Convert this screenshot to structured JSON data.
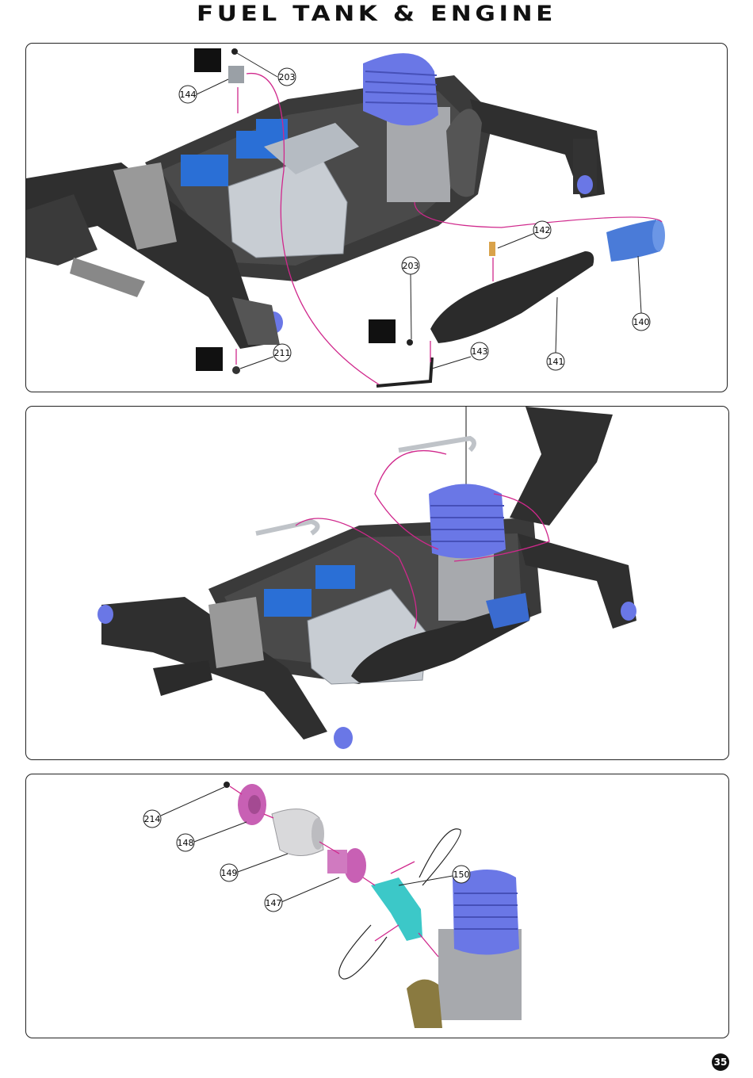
{
  "header": {
    "title": "FUEL TANK & ENGINE"
  },
  "panel1": {
    "callouts": [
      {
        "id": "c203a",
        "label": "203"
      },
      {
        "id": "c144",
        "label": "144"
      },
      {
        "id": "c142",
        "label": "142"
      },
      {
        "id": "c203b",
        "label": "203"
      },
      {
        "id": "c140",
        "label": "140"
      },
      {
        "id": "c141",
        "label": "141"
      },
      {
        "id": "c143",
        "label": "143"
      },
      {
        "id": "c211",
        "label": "211"
      }
    ]
  },
  "panel3": {
    "callouts": [
      {
        "id": "c214",
        "label": "214"
      },
      {
        "id": "c148",
        "label": "148"
      },
      {
        "id": "c149",
        "label": "149"
      },
      {
        "id": "c147",
        "label": "147"
      },
      {
        "id": "c150",
        "label": "150"
      }
    ]
  },
  "footer": {
    "page_number": "35"
  },
  "colors": {
    "engine": "#6a77e6",
    "blue_parts": "#2a6fd6",
    "arrow": "#d0288c",
    "chassis": "#3a3a3a",
    "tank": "#c8cdd3",
    "pipe": "#2b2b2b",
    "coupler": "#3cc8c8",
    "clutch": "#c860b4"
  }
}
